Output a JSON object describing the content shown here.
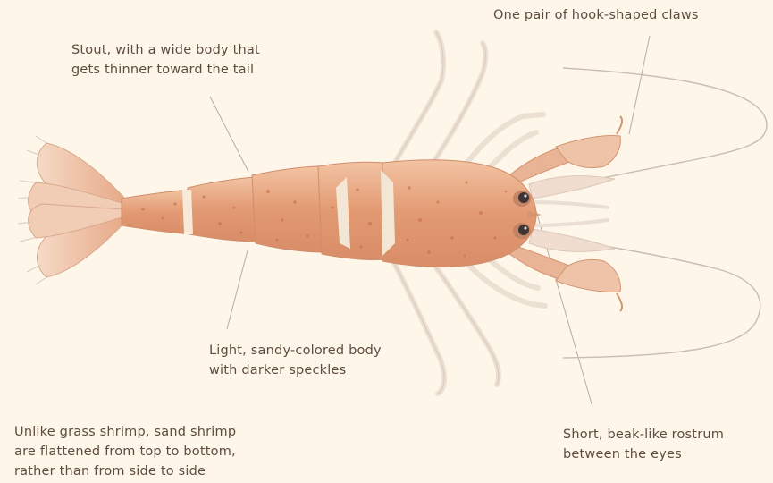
{
  "annotations": {
    "claws": "One pair of hook-shaped claws",
    "body_shape": [
      "Stout, with a wide body that",
      "gets thinner toward the tail"
    ],
    "coloring": [
      "Light, sandy-colored body",
      "with darker speckles"
    ],
    "rostrum": [
      "Short, beak-like rostrum",
      "between the eyes"
    ],
    "flattened": [
      "Unlike grass shrimp, sand shrimp",
      "are flattened from top to bottom,",
      "rather than from side to side"
    ]
  },
  "colors": {
    "background": "#fdf6e9",
    "body": "#e7a27c",
    "speckle": "#c2693e",
    "legs": "#efe4d6",
    "leader": "#b8aca0"
  }
}
